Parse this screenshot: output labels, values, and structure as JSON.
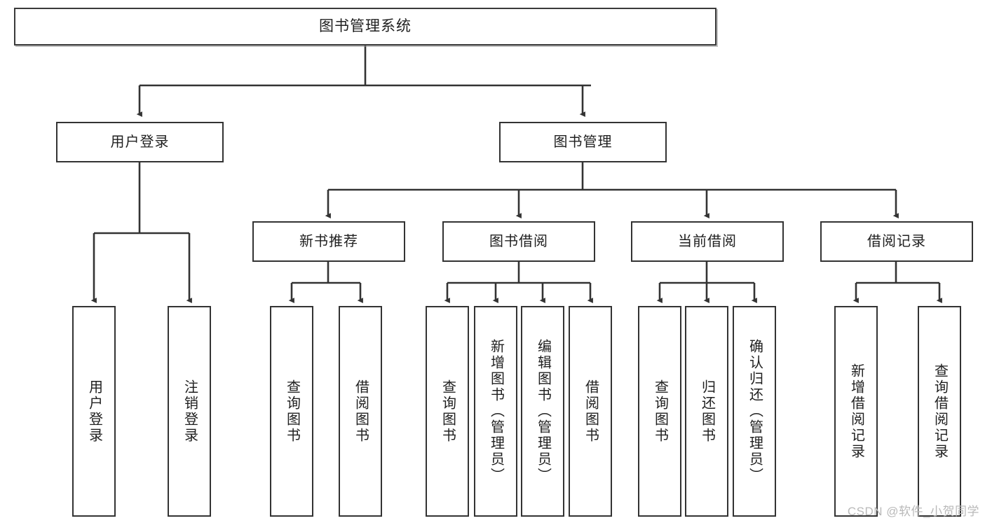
{
  "diagram": {
    "type": "tree-hierarchy",
    "title": "图书管理系统",
    "watermark": "CSDN @软件_小贺同学",
    "colors": {
      "background": "#ffffff",
      "node_border": "#333333",
      "node_fill": "#ffffff",
      "edge": "#333333",
      "text": "#202020",
      "watermark": "#b9b9b9"
    },
    "nodes": {
      "root": {
        "label": "图书管理系统"
      },
      "level2": [
        {
          "id": "user-login",
          "label": "用户登录"
        },
        {
          "id": "book-management",
          "label": "图书管理"
        }
      ],
      "level3": [
        {
          "id": "new-book-recommend",
          "label": "新书推荐"
        },
        {
          "id": "book-borrow",
          "label": "图书借阅"
        },
        {
          "id": "current-borrow",
          "label": "当前借阅"
        },
        {
          "id": "borrow-record",
          "label": "借阅记录"
        }
      ],
      "leaves": {
        "user-login": [
          {
            "id": "leaf-user-login",
            "label": "用户登录"
          },
          {
            "id": "leaf-user-logout",
            "label": "注销登录"
          }
        ],
        "new-book-recommend": [
          {
            "id": "leaf-query-book-1",
            "label": "查询图书"
          },
          {
            "id": "leaf-borrow-book-1",
            "label": "借阅图书"
          }
        ],
        "book-borrow": [
          {
            "id": "leaf-query-book-2",
            "label": "查询图书"
          },
          {
            "id": "leaf-add-book",
            "label": "新增图书（管理员）"
          },
          {
            "id": "leaf-edit-book",
            "label": "编辑图书（管理员）"
          },
          {
            "id": "leaf-borrow-book-2",
            "label": "借阅图书"
          }
        ],
        "current-borrow": [
          {
            "id": "leaf-query-book-3",
            "label": "查询图书"
          },
          {
            "id": "leaf-return-book",
            "label": "归还图书"
          },
          {
            "id": "leaf-confirm-return",
            "label": "确认归还（管理员）"
          }
        ],
        "borrow-record": [
          {
            "id": "leaf-add-record",
            "label": "新增借阅记录"
          },
          {
            "id": "leaf-query-record",
            "label": "查询借阅记录"
          }
        ]
      }
    }
  }
}
